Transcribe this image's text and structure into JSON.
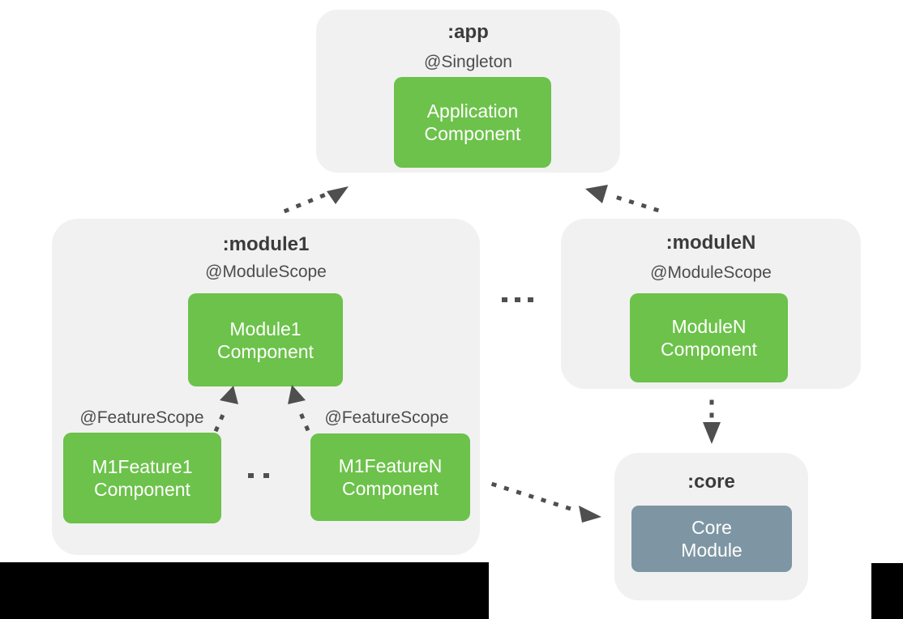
{
  "colors": {
    "background": "#ffffff",
    "container": "#f1f1f2",
    "component-green": "#6cc24a",
    "core-slate": "#7e96a3",
    "title-text": "#3b3b3b",
    "scope-text": "#4d4d4d",
    "arrow": "#4f4f4f",
    "component-text": "#ffffff",
    "letterbox": "#000000"
  },
  "diagram": {
    "app": {
      "title": ":app",
      "scope": "@Singleton",
      "component": "Application\nComponent"
    },
    "module1": {
      "title": ":module1",
      "scope": "@ModuleScope",
      "component": "Module1\nComponent",
      "feature1_scope": "@FeatureScope",
      "feature1_component": "M1Feature1\nComponent",
      "featureN_scope": "@FeatureScope",
      "featureN_component": "M1FeatureN\nComponent"
    },
    "moduleN": {
      "title": ":moduleN",
      "scope": "@ModuleScope",
      "component": "ModuleN\nComponent"
    },
    "core": {
      "title": ":core",
      "component": "Core\nModule"
    }
  }
}
